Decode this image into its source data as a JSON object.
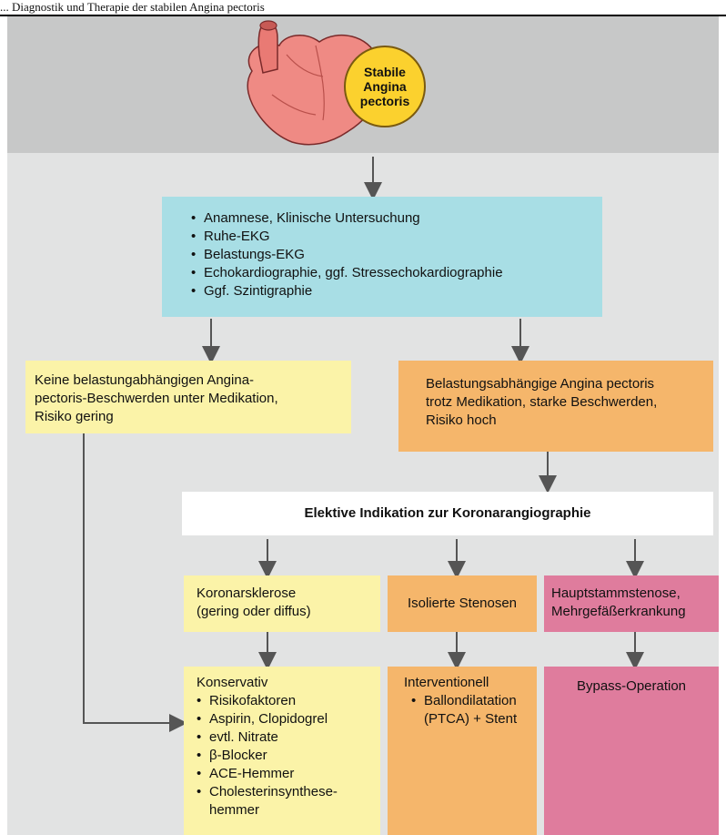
{
  "heading": "... Diagnostik und Therapie der stabilen Angina pectoris",
  "badge": {
    "lines": [
      "Stabile",
      "Angina",
      "pectoris"
    ]
  },
  "diagnostics": {
    "items": [
      "Anamnese, Klinische Untersuchung",
      "Ruhe-EKG",
      "Belastungs-EKG",
      "Echokardiographie, ggf. Stressechokardiographie",
      "Ggf. Szintigraphie"
    ]
  },
  "low_risk": {
    "lines": [
      "Keine belastungabhängigen Angina-",
      "pectoris-Beschwerden unter Medikation,",
      "Risiko gering"
    ]
  },
  "high_risk": {
    "lines": [
      "Belastungsabhängige Angina pectoris",
      "trotz Medikation, starke Beschwerden,",
      "Risiko hoch"
    ]
  },
  "indication": "Elektive Indikation zur Koronarangiographie",
  "findings": {
    "sclerosis": [
      "Koronarsklerose",
      "(gering oder diffus)"
    ],
    "isolated": "Isolierte Stenosen",
    "main": [
      "Hauptstammstenose,",
      "Mehrgefäßerkrankung"
    ]
  },
  "therapy": {
    "conservative": {
      "title": "Konservativ",
      "items": [
        "Risikofaktoren",
        "Aspirin, Clopidogrel",
        "evtl. Nitrate",
        "β-Blocker",
        "ACE-Hemmer",
        "Cholesterinsynthese-\nhemmer"
      ]
    },
    "interventional": {
      "title": "Interventionell",
      "items": [
        "Ballondilatation\n(PTCA) + Stent"
      ]
    },
    "bypass": "Bypass-Operation"
  },
  "colors": {
    "cyan": "#a8dee5",
    "yellow": "#fbf3a8",
    "orange": "#f5b66b",
    "pink": "#df7c9d",
    "badge": "#fbd12e",
    "heart": "#ef8a84",
    "arrow": "#555555"
  }
}
